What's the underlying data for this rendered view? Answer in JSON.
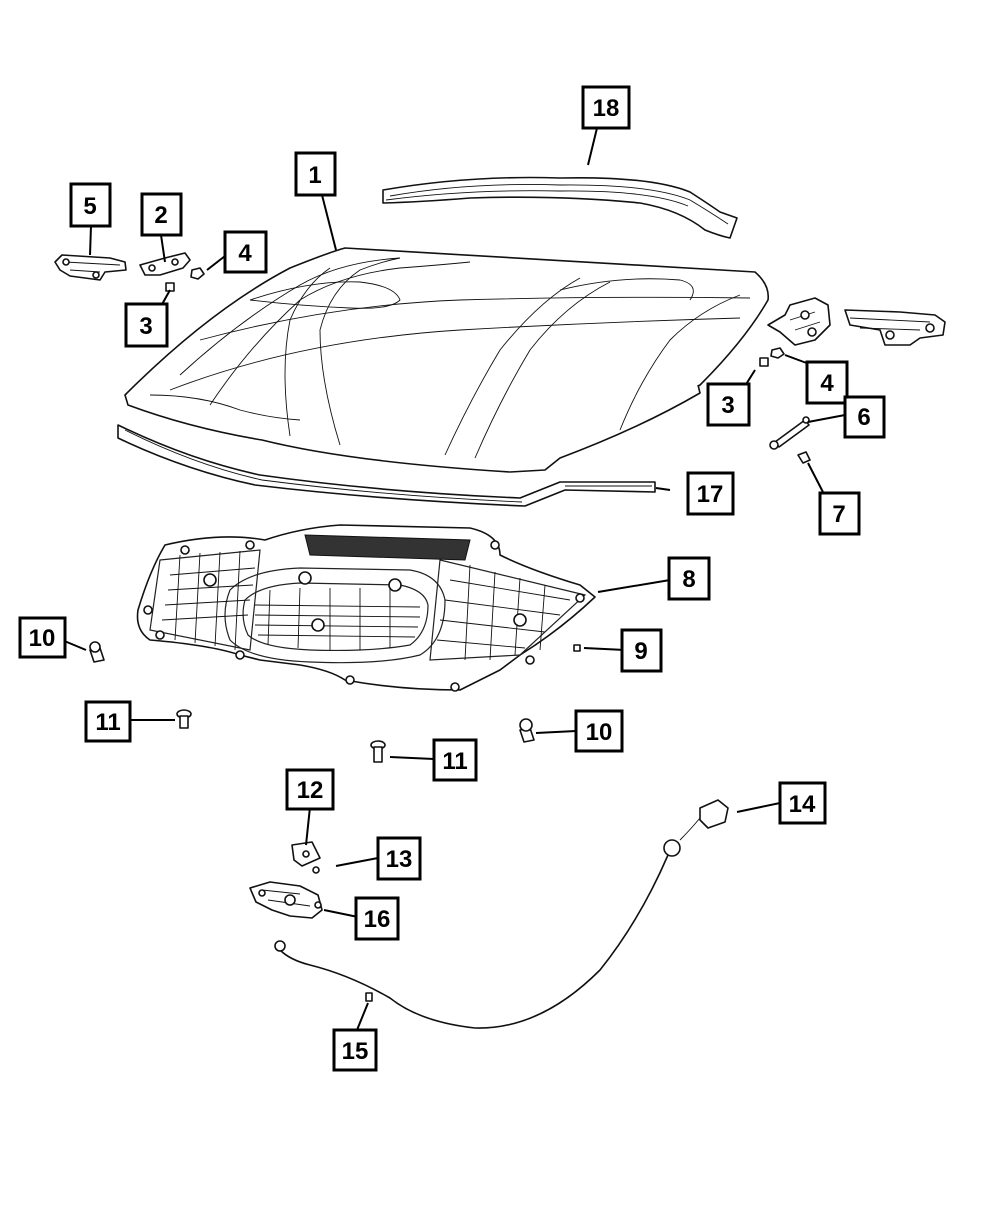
{
  "diagram": {
    "callouts": [
      {
        "id": "c1",
        "label": "1"
      },
      {
        "id": "c2",
        "label": "2"
      },
      {
        "id": "c3a",
        "label": "3"
      },
      {
        "id": "c3b",
        "label": "3"
      },
      {
        "id": "c4a",
        "label": "4"
      },
      {
        "id": "c4b",
        "label": "4"
      },
      {
        "id": "c5",
        "label": "5"
      },
      {
        "id": "c6",
        "label": "6"
      },
      {
        "id": "c7",
        "label": "7"
      },
      {
        "id": "c8",
        "label": "8"
      },
      {
        "id": "c9",
        "label": "9"
      },
      {
        "id": "c10a",
        "label": "10"
      },
      {
        "id": "c10b",
        "label": "10"
      },
      {
        "id": "c11a",
        "label": "11"
      },
      {
        "id": "c11b",
        "label": "11"
      },
      {
        "id": "c12",
        "label": "12"
      },
      {
        "id": "c13",
        "label": "13"
      },
      {
        "id": "c14",
        "label": "14"
      },
      {
        "id": "c15",
        "label": "15"
      },
      {
        "id": "c16",
        "label": "16"
      },
      {
        "id": "c17",
        "label": "17"
      },
      {
        "id": "c18",
        "label": "18"
      }
    ]
  }
}
